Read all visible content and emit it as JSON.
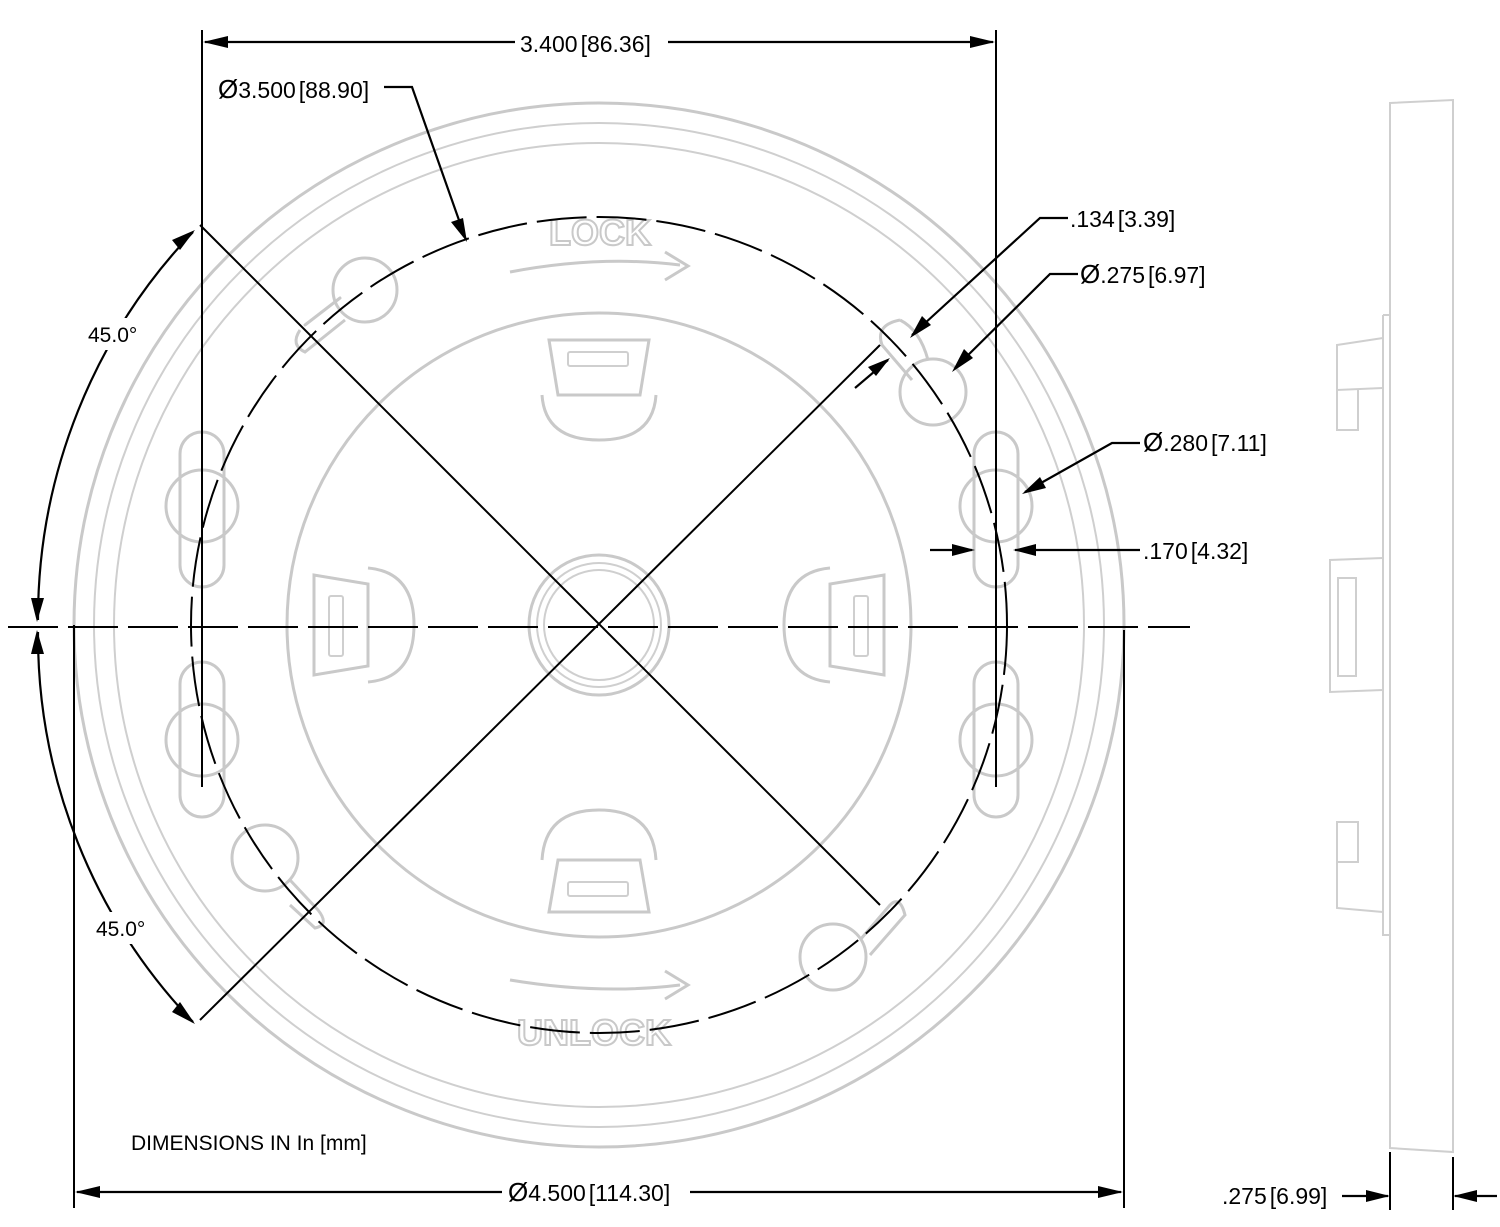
{
  "engraving": {
    "lock": "LOCK",
    "unlock": "UNLOCK"
  },
  "dimensions": {
    "hole_span": "3.400",
    "hole_span_mm": "[86.36]",
    "bolt_circle": "3.500",
    "bolt_circle_mm": "[88.90]",
    "slot_offset": ".134",
    "slot_offset_mm": "[3.39]",
    "hole_dia": ".275",
    "hole_dia_mm": "[6.97]",
    "slot_dia": ".280",
    "slot_dia_mm": "[7.11]",
    "slot_width": ".170",
    "slot_width_mm": "[4.32]",
    "angle_upper": "45.0°",
    "angle_lower": "45.0°",
    "outer_dia": "4.500",
    "outer_dia_mm": "[114.30]",
    "thickness": ".275",
    "thickness_mm": "[6.99]"
  },
  "note": "DIMENSIONS IN In [mm]",
  "symbols": {
    "diameter": "Ø"
  }
}
